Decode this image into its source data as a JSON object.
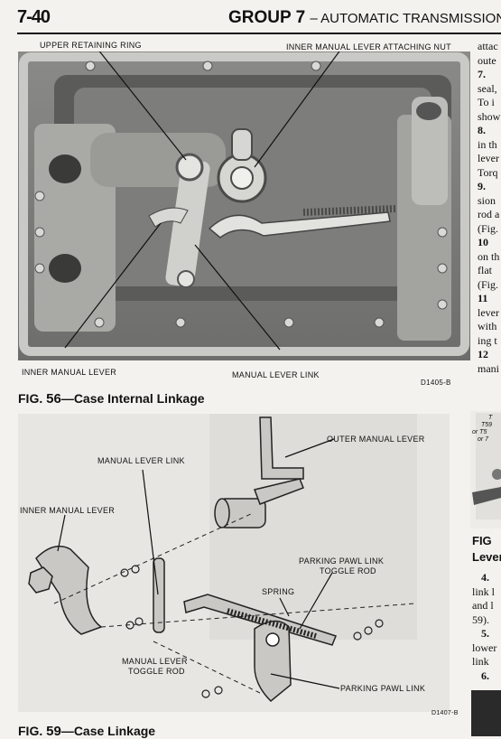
{
  "header": {
    "page_number": "7-40",
    "group": "GROUP 7",
    "section": "– AUTOMATIC TRANSMISSION"
  },
  "figure56": {
    "label": "FIG.",
    "number": "56",
    "title": "—Case Internal Linkage",
    "code": "D1405-B",
    "callouts": {
      "upper_retaining_ring": "UPPER RETAINING RING",
      "inner_lever_nut": "INNER MANUAL LEVER ATTACHING NUT",
      "inner_manual_lever": "INNER MANUAL LEVER",
      "manual_lever_link": "MANUAL LEVER LINK"
    }
  },
  "figure59": {
    "label": "FIG.",
    "number": "59",
    "title": "—Case Linkage",
    "code": "D1407-B",
    "callouts": {
      "outer_manual_lever": "OUTER MANUAL LEVER",
      "manual_lever_link": "MANUAL LEVER LINK",
      "inner_manual_lever": "INNER MANUAL LEVER",
      "parking_pawl_toggle_rod_1": "PARKING PAWL LINK",
      "parking_pawl_toggle_rod_2": "TOGGLE ROD",
      "spring": "SPRING",
      "manual_lever_toggle_rod_1": "MANUAL LEVER",
      "manual_lever_toggle_rod_2": "TOGGLE ROD",
      "parking_pawl_link": "PARKING PAWL LINK"
    }
  },
  "right_column": {
    "lines_top": [
      "attac",
      "oute",
      "7.",
      "seal,",
      "To i",
      "show",
      "8.",
      "in th",
      "lever",
      "Torq",
      "9.",
      "sion",
      "rod a",
      "(Fig.",
      "10",
      "on th",
      "flat",
      "(Fig.",
      "11",
      "lever",
      "with",
      "ing t",
      "12",
      "mani"
    ],
    "corner_labels": [
      "T",
      "T59",
      "or T5",
      "or 7"
    ],
    "side_caption": [
      "FIG",
      "Lever"
    ],
    "lines_bottom": [
      "4.",
      "link l",
      "and l",
      "59).",
      "5.",
      "lower",
      "link",
      "6."
    ]
  }
}
